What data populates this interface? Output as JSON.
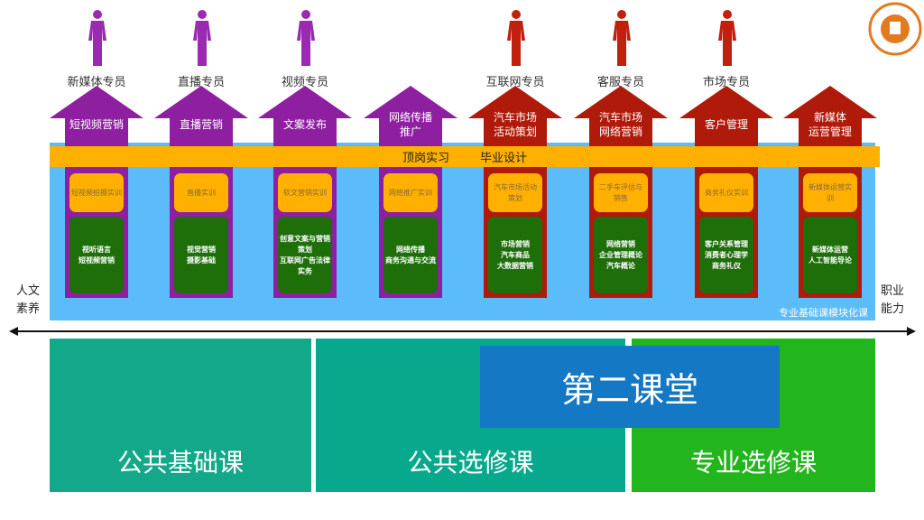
{
  "columns": [
    {
      "role": "新媒体专员",
      "label": "短视频营销",
      "practice": "短视频拍摄实训",
      "courses": "视听语言\n短视频营销",
      "color": "#8e1fa0",
      "person_color": "#9a2ab0"
    },
    {
      "role": "直播专员",
      "label": "直播营销",
      "practice": "直播实训",
      "courses": "视觉营销\n摄影基础",
      "color": "#8e1fa0",
      "person_color": "#9a2ab0"
    },
    {
      "role": "视频专员",
      "label": "文案发布",
      "practice": "软文营销实训",
      "courses": "创意文案与营销\n策划\n互联网广告法律\n实务",
      "color": "#8e1fa0",
      "person_color": "#9a2ab0"
    },
    {
      "role": "",
      "label": "网络传播\n推广",
      "practice": "网络推广实训",
      "courses": "网络传播\n商务沟通与交流",
      "color": "#8e1fa0",
      "person_color": "#9a2ab0"
    },
    {
      "role": "互联网专员",
      "label": "汽车市场\n活动策划",
      "practice": "汽车市场活动\n策划",
      "courses": "市场营销\n汽车商品\n大数据营销",
      "color": "#b01a0a",
      "person_color": "#c0200c"
    },
    {
      "role": "客服专员",
      "label": "汽车市场\n网络营销",
      "practice": "二手车评估与\n销售",
      "courses": "网络营销\n企业管理概论\n汽车概论",
      "color": "#b01a0a",
      "person_color": "#c0200c"
    },
    {
      "role": "市场专员",
      "label": "客户管理",
      "practice": "商务礼仪实训",
      "courses": "客户关系管理\n消费者心理学\n商务礼仪",
      "color": "#b01a0a",
      "person_color": "#c0200c"
    },
    {
      "role": "",
      "label": "新媒体\n运营管理",
      "practice": "新媒体运营实\n训",
      "courses": "新媒体运营\n人工智能导论",
      "color": "#b01a0a",
      "person_color": "#c0200c"
    }
  ],
  "orange_bar": {
    "item1": "顶岗实习",
    "item2": "毕业设计"
  },
  "band_label": "专业基础课模块化课",
  "left_label": "人文\n素养",
  "right_label": "职业\n能力",
  "bottom": {
    "public_basic": "公共基础课",
    "public_elective": "公共选修课",
    "major_elective": "专业选修课",
    "second_classroom": "第二课堂"
  }
}
